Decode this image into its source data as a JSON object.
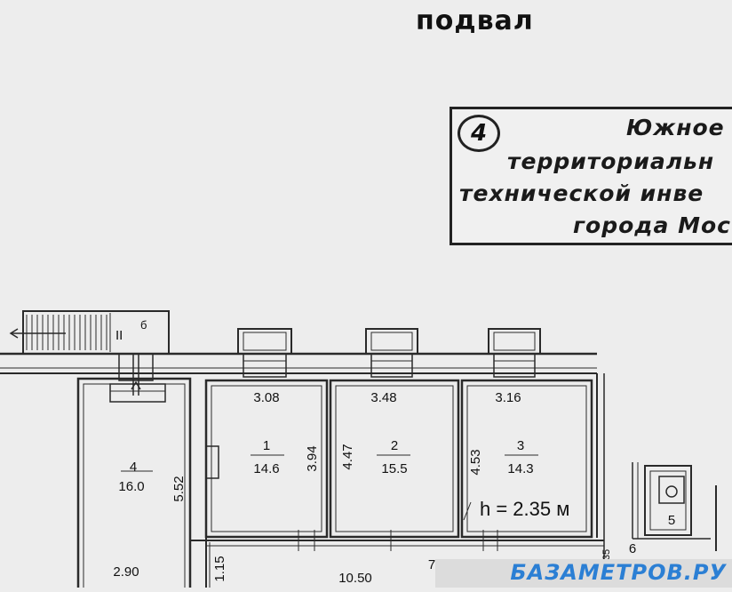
{
  "title": "подвал",
  "stamp": {
    "number": "4",
    "lines": [
      "Южное",
      "территориальн",
      "технической инве",
      "города Мос"
    ]
  },
  "stair_marks": {
    "stair_label": "II",
    "stair_number": "б"
  },
  "rooms": [
    {
      "number": "4",
      "area": "16.0",
      "width": "2.90",
      "length": "5.52"
    },
    {
      "number": "1",
      "area": "14.6",
      "width": "3.08",
      "length": "3.94"
    },
    {
      "number": "2",
      "area": "15.5",
      "width": "3.48",
      "length": "4.47"
    },
    {
      "number": "3",
      "area": "14.3",
      "width": "3.16",
      "length": "4.53"
    },
    {
      "number": "5"
    },
    {
      "number": "6"
    },
    {
      "number": "7",
      "length": "10.50",
      "width": "1.15"
    }
  ],
  "height_note": "h = 2.35 м",
  "misc_marks": [
    "35"
  ],
  "watermark": "БАЗАМЕТРОВ.РУ"
}
